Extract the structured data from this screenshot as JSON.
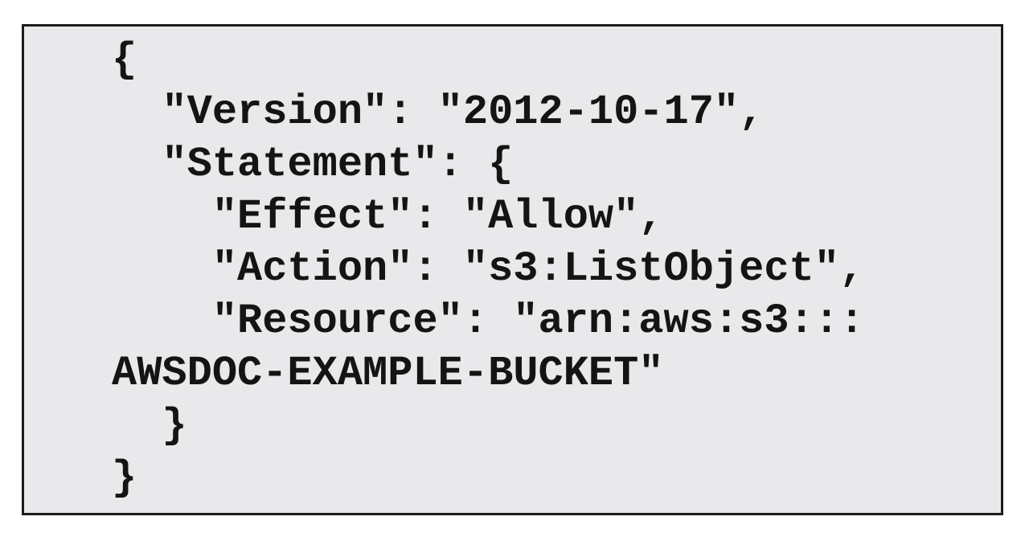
{
  "colors": {
    "page_background": "#ffffff",
    "code_box_background": "#e9e9eb",
    "code_box_border": "#1b1b1b",
    "code_text": "#141414"
  },
  "code_block": {
    "lines": [
      "{",
      "  \"Version\": \"2012-10-17\",",
      "  \"Statement\": {",
      "    \"Effect\": \"Allow\",",
      "    \"Action\": \"s3:ListObject\",",
      "    \"Resource\": \"arn:aws:s3:::",
      "AWSDOC-EXAMPLE-BUCKET\"",
      "  }",
      "}"
    ]
  }
}
